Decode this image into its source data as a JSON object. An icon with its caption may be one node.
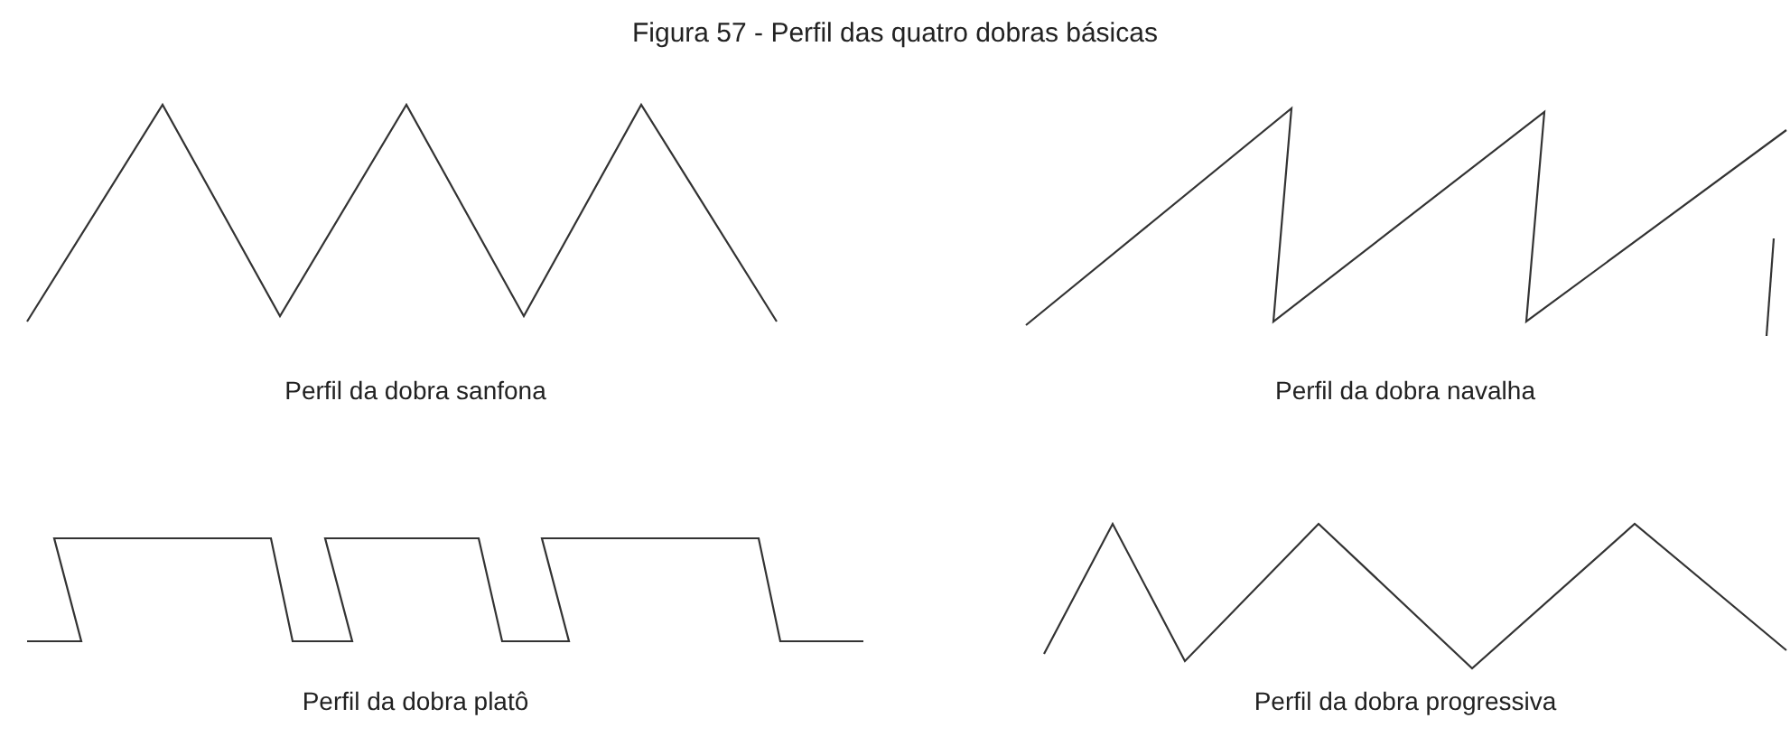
{
  "diagram": {
    "title": "Figura 57 - Perfil das quatro dobras básicas",
    "labels": [
      "Perfil da dobra sanfona",
      "Perfil da dobra navalha",
      "Perfil da dobra platô",
      "Perfil da dobra progressiva"
    ]
  }
}
